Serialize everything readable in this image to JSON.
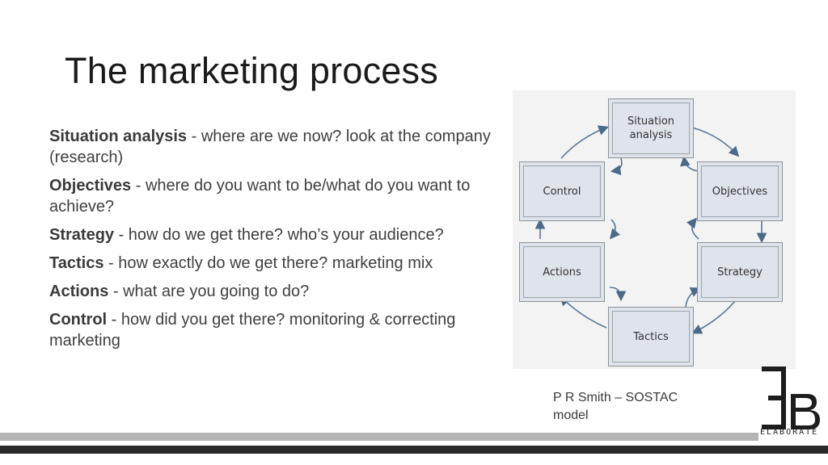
{
  "slide": {
    "title": "The marketing process",
    "bullets": [
      {
        "term": "Situation analysis",
        "text": " - where are we now? look at the company (research)"
      },
      {
        "term": "Objectives",
        "text": " - where do you want to be/what do you want to achieve?"
      },
      {
        "term": "Strategy",
        "text": " - how do we get there? who’s your audience?"
      },
      {
        "term": "Tactics",
        "text": " - how exactly do we get there? marketing mix"
      },
      {
        "term": "Actions",
        "text": " - what are you going to do?"
      },
      {
        "term": "Control",
        "text": " - how did you get there? monitoring & correcting marketing"
      }
    ]
  },
  "diagram": {
    "nodes": {
      "situation": "Situation analysis",
      "objectives": "Objectives",
      "strategy": "Strategy",
      "tactics": "Tactics",
      "actions": "Actions",
      "control": "Control"
    },
    "caption": "P R Smith – SOSTAC model"
  },
  "logo": {
    "text": "ELABORATE"
  }
}
